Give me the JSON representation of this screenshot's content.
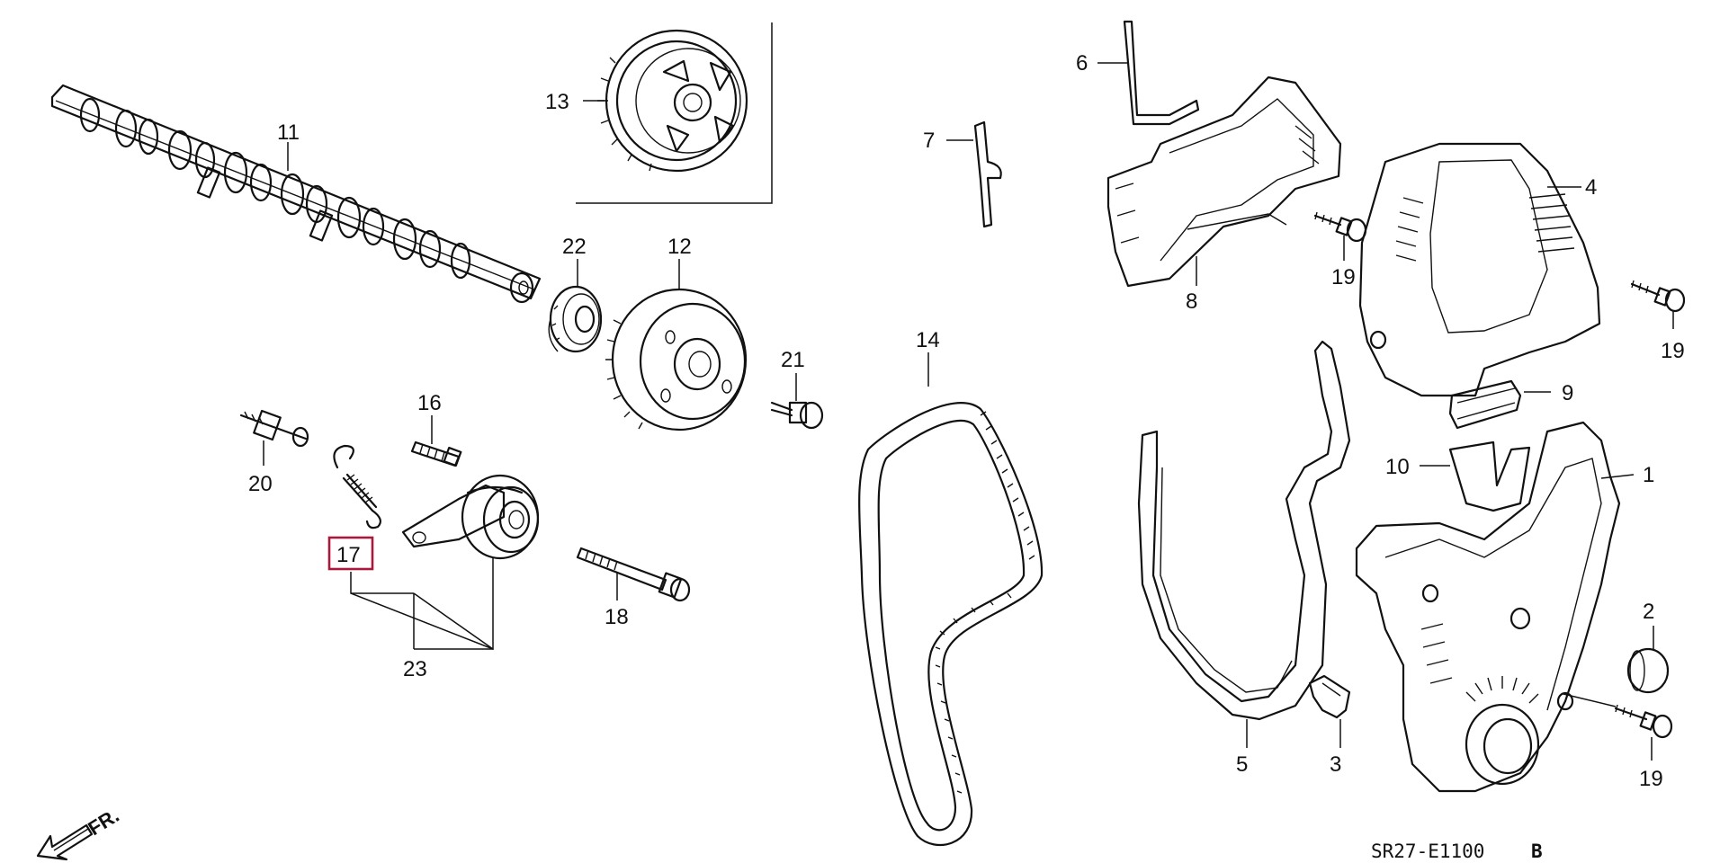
{
  "diagram": {
    "code_prefix": "SR27-E1100",
    "code_suffix": "B",
    "direction_label": "FR."
  },
  "callouts": {
    "p1": "1",
    "p2": "2",
    "p3": "3",
    "p4": "4",
    "p5": "5",
    "p6": "6",
    "p7": "7",
    "p8": "8",
    "p9": "9",
    "p10": "10",
    "p11": "11",
    "p12": "12",
    "p13": "13",
    "p14": "14",
    "p16": "16",
    "p17": "17",
    "p18": "18",
    "p19a": "19",
    "p19b": "19",
    "p19c": "19",
    "p20": "20",
    "p21": "21",
    "p22": "22",
    "p23": "23"
  },
  "highlight": {
    "part": "17",
    "color": "#a8193c"
  },
  "colors": {
    "ink": "#111111",
    "background": "#ffffff"
  }
}
